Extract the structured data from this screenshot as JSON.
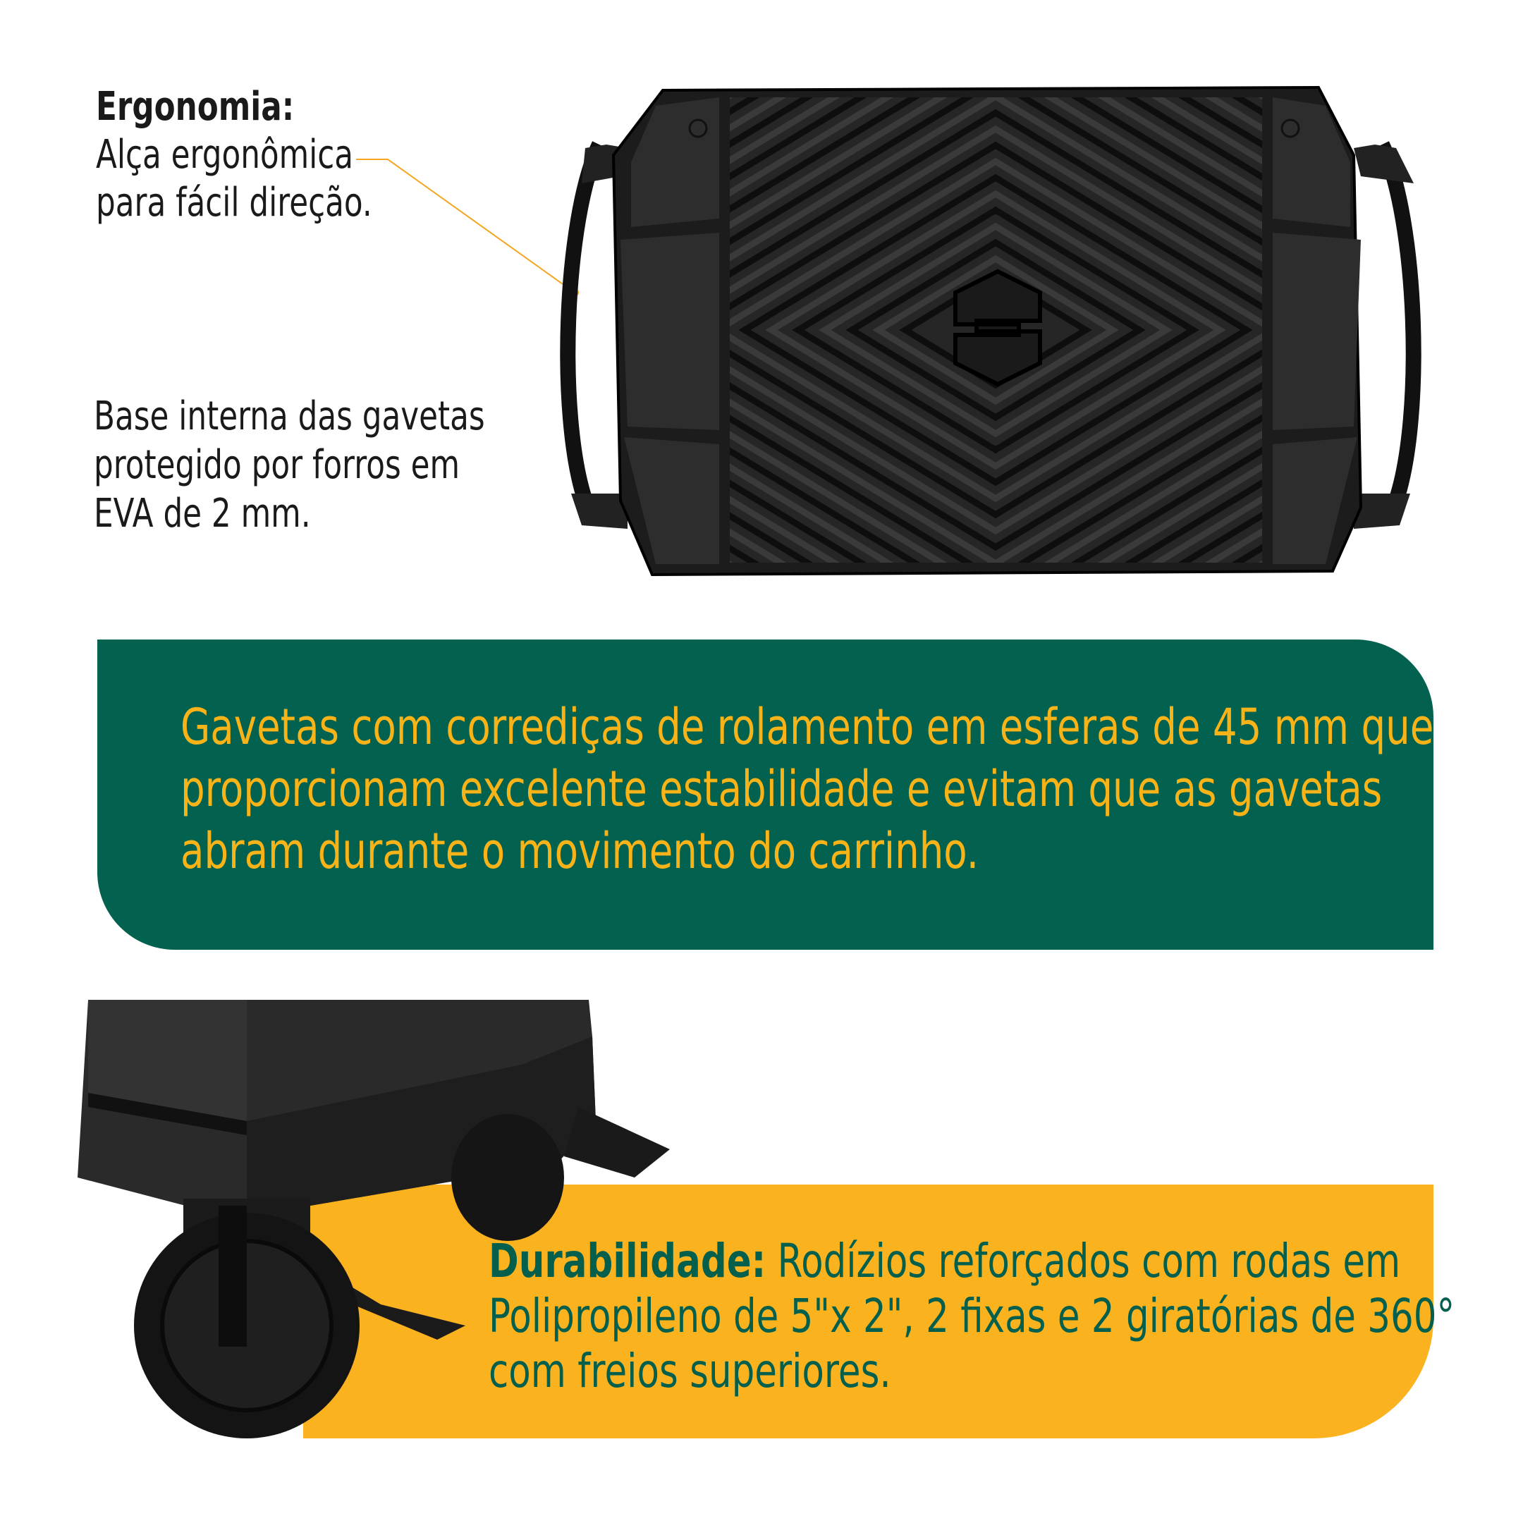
{
  "ergonomia": {
    "title": "Ergonomia:",
    "lines": [
      "Alça ergonômica",
      "para fácil direção."
    ]
  },
  "base": {
    "lines": [
      "Base interna das gavetas",
      "protegido por forros em",
      "EVA de 2 mm."
    ]
  },
  "slides": {
    "lines": [
      "Gavetas com corrediças de rolamento em esferas de 45 mm que",
      "proporcionam excelente estabilidade e evitam que as gavetas",
      "abram durante o movimento do carrinho."
    ]
  },
  "durability": {
    "title": "Durabilidade:",
    "lines": [
      "Rodízios reforçados com rodas em",
      "Polipropileno de 5\"x 2\", 2 fixas e 2 giratórias de 360°",
      "com freios superiores."
    ]
  },
  "colors": {
    "green": "#03624f",
    "yellow": "#fbb21f",
    "text_yellow": "#f7b318",
    "callout_line": "#f5a623"
  },
  "icons": {
    "logo": "brand-s-logo-icon"
  }
}
